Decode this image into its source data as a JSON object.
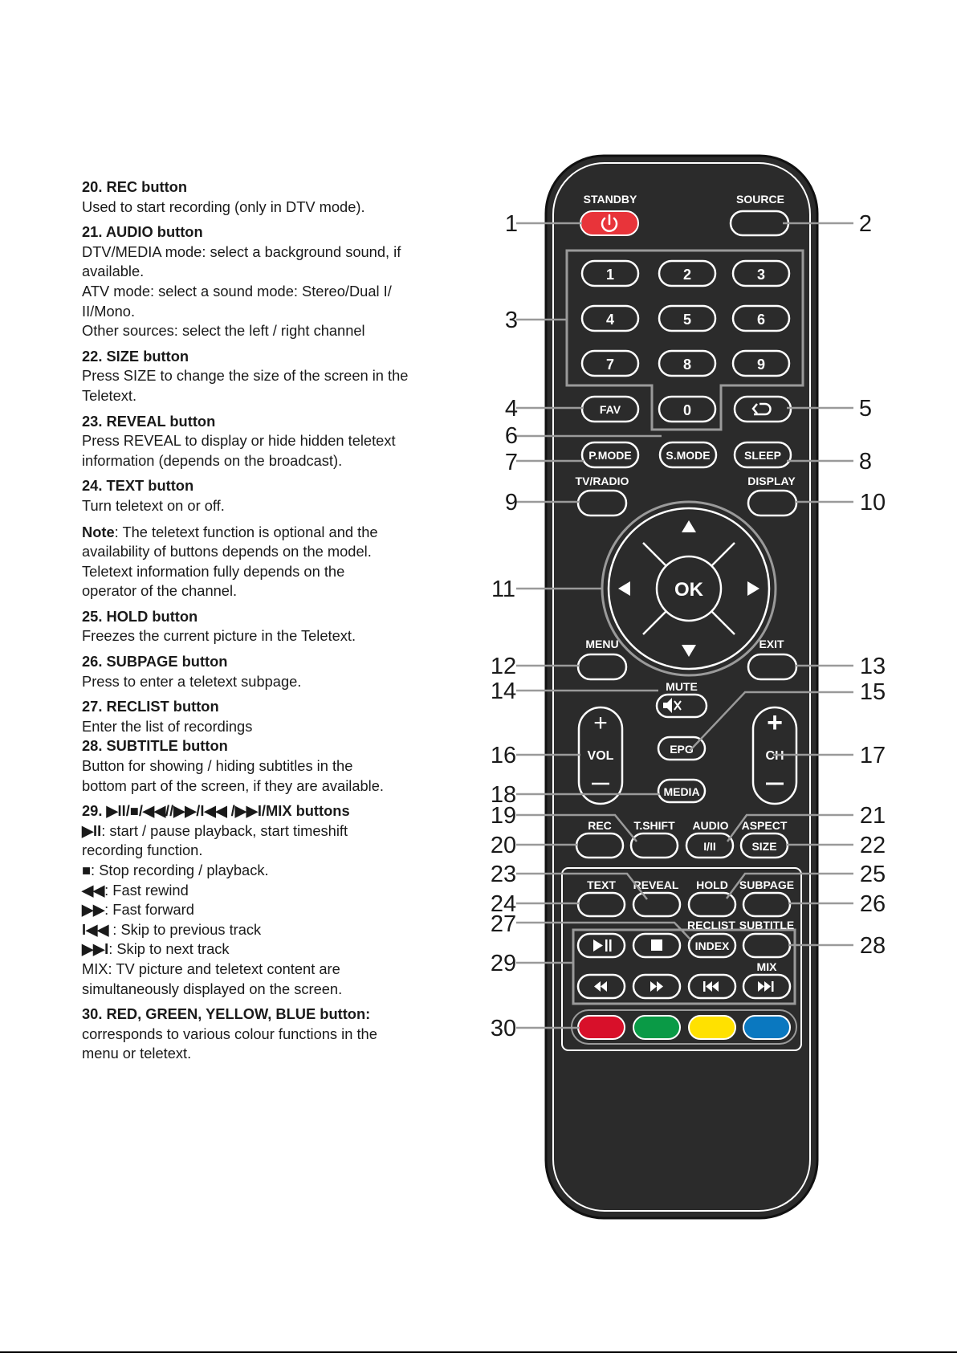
{
  "descriptions": {
    "s20": {
      "title": "20. REC button",
      "lines": [
        "Used to start recording (only in DTV mode)."
      ]
    },
    "s21": {
      "title": "21. AUDIO button",
      "lines": [
        "DTV/MEDIA mode: select a background sound, if",
        "available.",
        "ATV mode: select a sound mode: Stereo/Dual I/",
        "II/Mono.",
        "Other sources: select the left / right channel"
      ]
    },
    "s22": {
      "title": "22. SIZE button",
      "lines": [
        "Press SIZE to change the size of the screen in the",
        "Teletext."
      ]
    },
    "s23": {
      "title": "23. REVEAL button",
      "lines": [
        "Press REVEAL to display or hide hidden teletext",
        "information (depends on the broadcast)."
      ]
    },
    "s24": {
      "title": "24. TEXT button",
      "lines": [
        "Turn teletext on or off."
      ]
    },
    "note": {
      "label": "Note",
      "first": ": The teletext function is optional and the",
      "lines": [
        "availability of buttons depends on the model.",
        "Teletext information fully depends on the",
        "operator of the channel."
      ]
    },
    "s25": {
      "title": "25. HOLD button",
      "lines": [
        "Freezes the current picture  in the Teletext."
      ]
    },
    "s26": {
      "title": "26. SUBPAGE button",
      "lines": [
        "Press to enter a teletext subpage."
      ]
    },
    "s27": {
      "title": "27. RECLIST button",
      "lines": [
        "Enter the list of recordings"
      ]
    },
    "s28": {
      "title": "28. SUBTITLE button",
      "lines": [
        "Button for showing / hiding subtitles in the",
        "bottom part of the screen, if they are available."
      ]
    },
    "s29": {
      "title": "29. ▶II/■/◀◀//▶▶/I◀◀ /▶▶I/MIX buttons",
      "items": [
        {
          "sym": "▶II",
          "text": ": start / pause playback, start timeshift"
        },
        {
          "sym": "",
          "text": "recording function."
        },
        {
          "sym": "■",
          "text": ": Stop recording / playback."
        },
        {
          "sym": "◀◀",
          "text": ": Fast rewind"
        },
        {
          "sym": "▶▶",
          "text": ": Fast forward"
        },
        {
          "sym": "I◀◀",
          "text": " : Skip to previous track"
        },
        {
          "sym": "▶▶I",
          "text": ": Skip to next track"
        },
        {
          "sym": "",
          "text": "MIX: TV picture and teletext content are"
        },
        {
          "sym": "",
          "text": "simultaneously displayed on the screen."
        }
      ]
    },
    "s30": {
      "title": "30. RED, GREEN, YELLOW, BLUE button:",
      "lines": [
        "corresponds to various colour functions in the",
        "menu or teletext."
      ]
    }
  },
  "remote": {
    "labels": {
      "standby": "STANDBY",
      "source": "SOURCE",
      "tvradio": "TV/RADIO",
      "display": "DISPLAY",
      "menu": "MENU",
      "exit": "EXIT",
      "mute": "MUTE",
      "rec": "REC",
      "tshift": "T.SHIFT",
      "audio": "AUDIO",
      "aspect": "ASPECT",
      "text": "TEXT",
      "reveal": "REVEAL",
      "hold": "HOLD",
      "subpage": "SUBPAGE",
      "reclist": "RECLIST",
      "subtitle": "SUBTITLE",
      "mix": "MIX"
    },
    "buttons": {
      "n1": "1",
      "n2": "2",
      "n3": "3",
      "n4": "4",
      "n5": "5",
      "n6": "6",
      "n7": "7",
      "n8": "8",
      "n9": "9",
      "n0": "0",
      "fav": "FAV",
      "pmode": "P.MODE",
      "smode": "S.MODE",
      "sleep": "SLEEP",
      "ok": "OK",
      "epg": "EPG",
      "vol": "VOL",
      "ch": "CH",
      "media": "MEDIA",
      "audio_btn": "I/II",
      "size": "SIZE",
      "index": "INDEX"
    },
    "colors": {
      "body": "#2b2b2b",
      "outline": "#ffffff",
      "standby": "#e8343a",
      "red": "#d8102a",
      "green": "#0a9a46",
      "yellow": "#ffe100",
      "blue": "#0a78c0"
    },
    "icons": {
      "power": "power-icon",
      "return": "return-icon",
      "mute": "mute-icon"
    }
  },
  "callouts": [
    "1",
    "2",
    "3",
    "4",
    "5",
    "6",
    "7",
    "8",
    "9",
    "10",
    "11",
    "12",
    "13",
    "14",
    "15",
    "16",
    "17",
    "18",
    "19",
    "20",
    "21",
    "22",
    "23",
    "24",
    "25",
    "26",
    "27",
    "28",
    "29",
    "30"
  ]
}
